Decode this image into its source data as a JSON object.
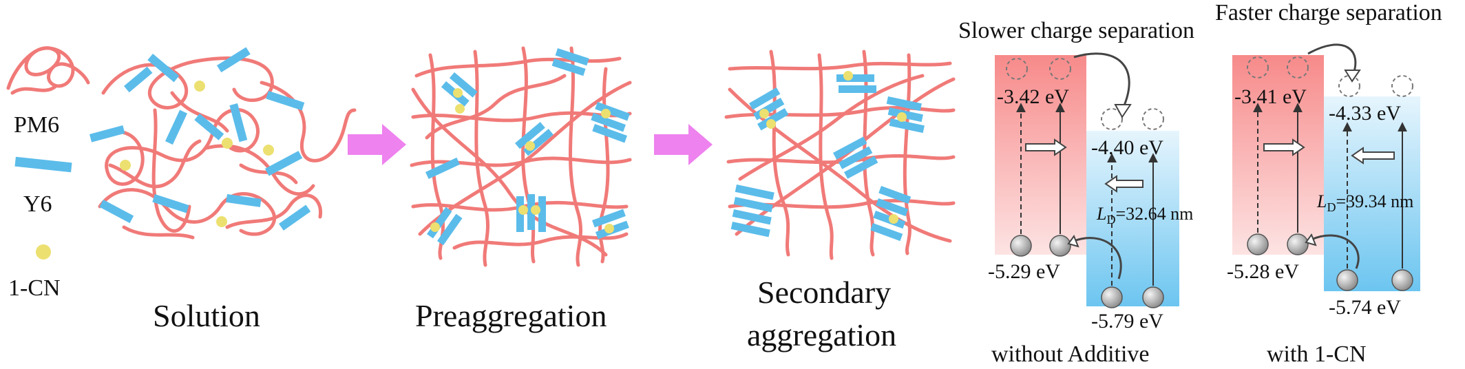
{
  "legend": {
    "pm6": "PM6",
    "y6": "Y6",
    "cn": "1-CN"
  },
  "stages": {
    "solution": "Solution",
    "preaggregation": "Preaggregation",
    "secondary_line1": "Secondary",
    "secondary_line2": "aggregation"
  },
  "without": {
    "title": "Slower charge separation",
    "donor_lumo": "-3.42 eV",
    "donor_homo": "-5.29 eV",
    "acceptor_lumo": "-4.40 eV",
    "acceptor_homo": "-5.79 eV",
    "ld_symbol": "L",
    "ld_sub": "D",
    "ld_value": "=32.64 nm",
    "caption": "without Additive"
  },
  "with": {
    "title": "Faster charge separation",
    "donor_lumo": "-3.41 eV",
    "donor_homo": "-5.28 eV",
    "acceptor_lumo": "-4.33 eV",
    "acceptor_homo": "-5.74 eV",
    "ld_symbol": "L",
    "ld_sub": "D",
    "ld_value": "=39.34 nm",
    "caption": "with 1-CN"
  },
  "colors": {
    "pm6_chain": "#f07a78",
    "y6_block": "#5bbcea",
    "cn_dot": "#ece070",
    "arrow": "#ee82ee",
    "donor_top": "#f78a8a",
    "acceptor_bottom": "#6cc5f0"
  }
}
